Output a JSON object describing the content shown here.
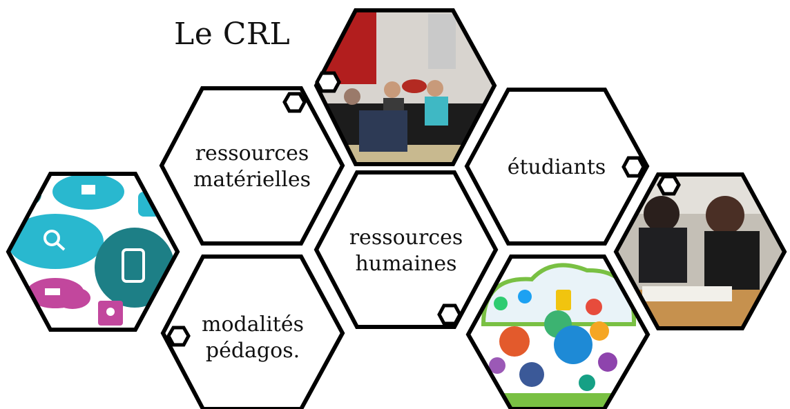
{
  "title": "Le CRL",
  "hexagons": {
    "ressources_materielles": {
      "line1": "ressources",
      "line2": "matérielles"
    },
    "ressources_humaines": {
      "line1": "ressources",
      "line2": "humaines"
    },
    "modalites": {
      "line1": "modalités",
      "line2": "pédagos."
    },
    "etudiants": {
      "line1": "étudiants"
    }
  },
  "colors": {
    "stroke": "#000000",
    "cyan": "#29b8cf",
    "teal": "#1d7f86",
    "magenta": "#c2479d"
  }
}
